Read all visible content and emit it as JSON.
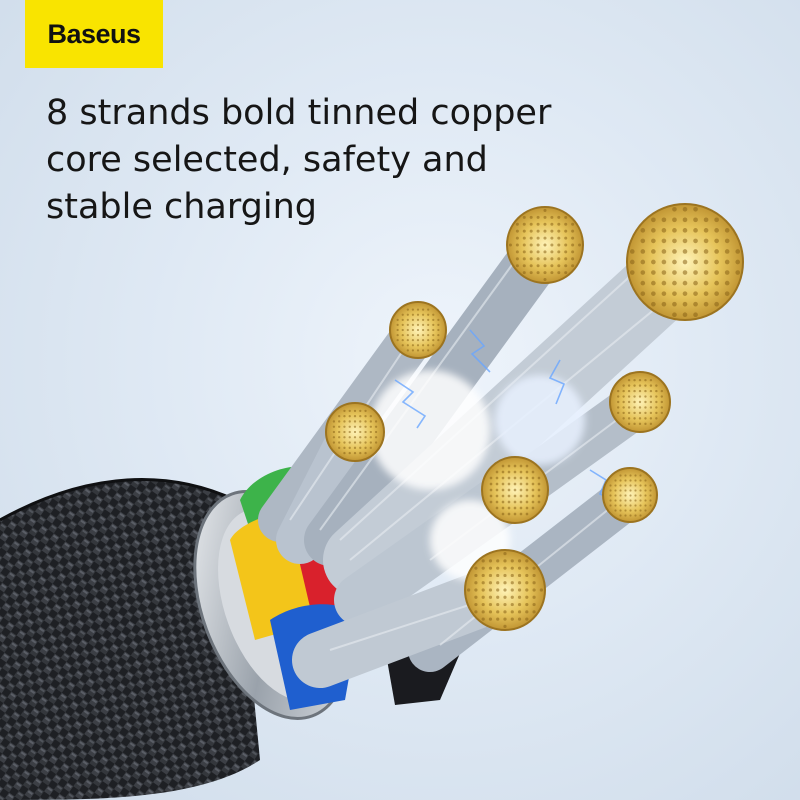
{
  "brand": {
    "name": "Baseus",
    "color": "#f9e400"
  },
  "headline": {
    "line1": "8 strands bold tinned copper",
    "line2": "core selected, safety and",
    "line3": "stable charging"
  },
  "image": {
    "subject": "cable-cross-section",
    "colors": {
      "copper": "#e6c45a",
      "wire_silver": "#b9c3cf",
      "braid": "#2b2d31"
    }
  }
}
